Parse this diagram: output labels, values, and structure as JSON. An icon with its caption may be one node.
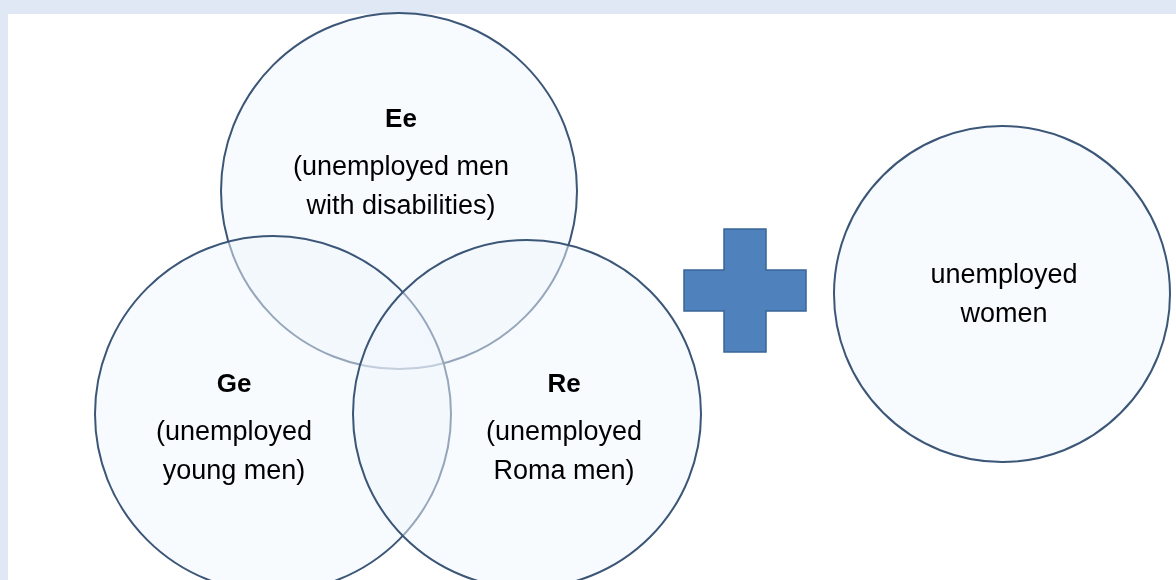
{
  "diagram": {
    "nodes": [
      {
        "text": [
          "Ee",
          "(unemployed men with disabilities)"
        ]
      },
      {
        "text": [
          "Ge",
          "(unemployed young men)"
        ]
      },
      {
        "text": [
          "Re",
          "(unemployed Roma men)"
        ]
      },
      {
        "text": [
          "unemployed women"
        ]
      }
    ]
  }
}
